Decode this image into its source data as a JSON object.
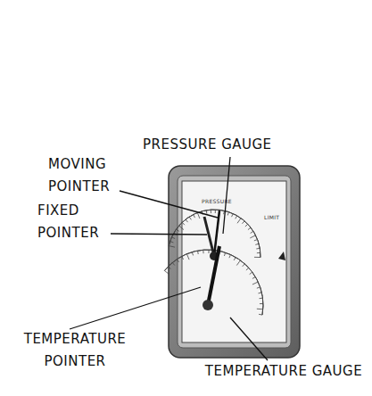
{
  "diagram": {
    "labels": [
      "PRESSURE GAUGE",
      "MOVING POINTER",
      "FIXED POINTER",
      "TEMPERATURE POINTER",
      "TEMPERATURE GAUGE",
      "PRESSURE",
      "LIMIT"
    ]
  }
}
